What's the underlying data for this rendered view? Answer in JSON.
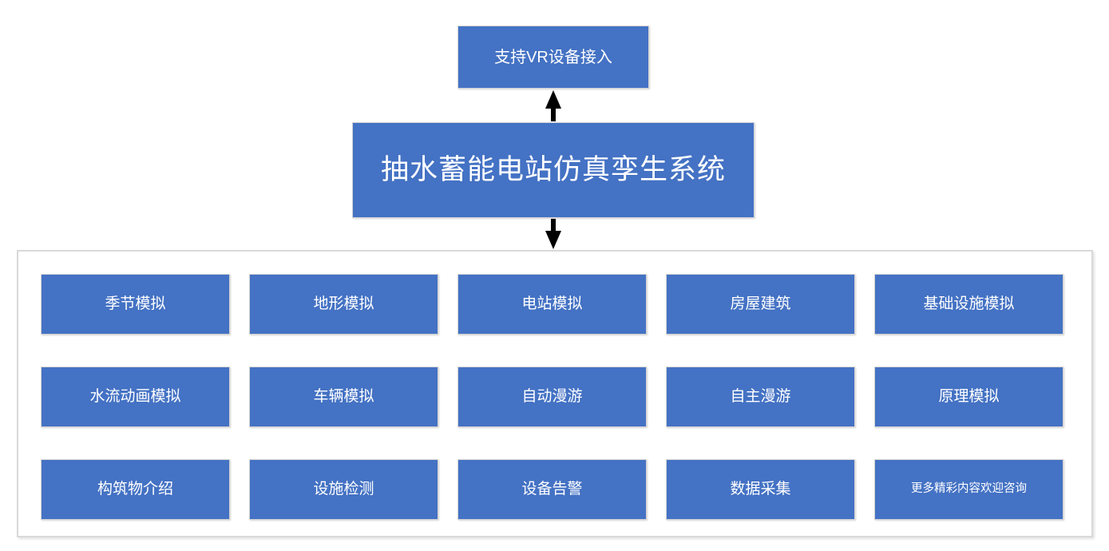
{
  "diagram": {
    "title": "抽水蓄能电站仿真孪生系统",
    "vr_support": "支持VR设备接入",
    "colors": {
      "box_fill": "#4472C4",
      "box_text": "#FFFFFF",
      "container_border": "#D9D9D9",
      "arrow": "#000000",
      "background": "#FFFFFF"
    },
    "arrows": [
      {
        "name": "up-arrow-to-vr",
        "direction": "up"
      },
      {
        "name": "down-arrow-to-modules",
        "direction": "down"
      }
    ],
    "modules": {
      "rows": [
        {
          "cells": [
            {
              "label": "季节模拟"
            },
            {
              "label": "地形模拟"
            },
            {
              "label": "电站模拟"
            },
            {
              "label": "房屋建筑"
            },
            {
              "label": "基础设施模拟"
            }
          ]
        },
        {
          "cells": [
            {
              "label": "水流动画模拟"
            },
            {
              "label": "车辆模拟"
            },
            {
              "label": "自动漫游"
            },
            {
              "label": "自主漫游"
            },
            {
              "label": "原理模拟"
            }
          ]
        },
        {
          "cells": [
            {
              "label": "构筑物介绍"
            },
            {
              "label": "设施检测"
            },
            {
              "label": "设备告警"
            },
            {
              "label": "数据采集"
            },
            {
              "label": "更多精彩内容欢迎咨询"
            }
          ]
        }
      ]
    }
  }
}
